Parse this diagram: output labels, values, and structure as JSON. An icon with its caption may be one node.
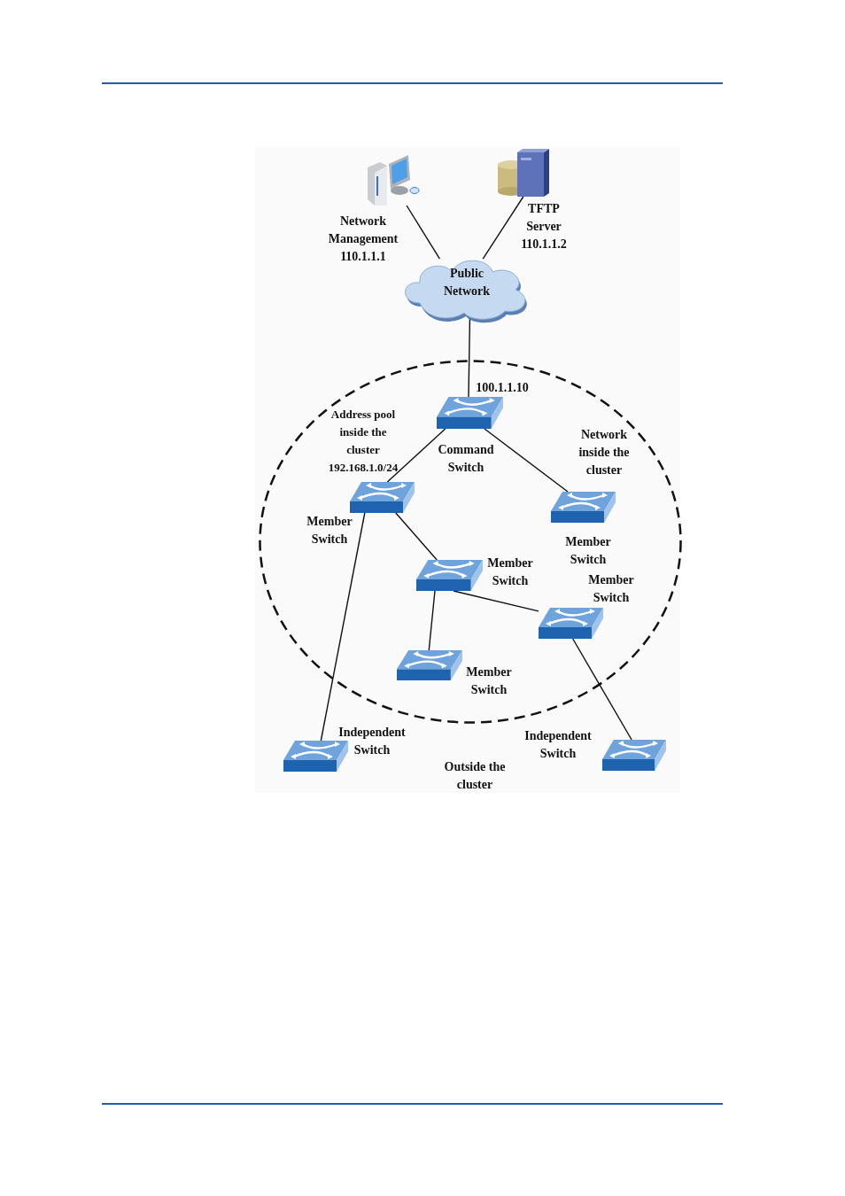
{
  "diagram": {
    "nodes": [
      {
        "text": [
          "Network Management",
          "110.1.1.1"
        ]
      },
      {
        "text": [
          "TFTP Server",
          "110.1.1.2"
        ]
      },
      {
        "text": [
          "Public Network"
        ]
      },
      {
        "text": [
          "Address pool inside the cluster 192.168.1.0/24",
          "Network inside the cluster"
        ]
      },
      {
        "text": [
          "Command Switch"
        ],
        "beside": [
          "100.1.1.10"
        ],
        "in": 3
      },
      {
        "text": [
          "Member Switch"
        ],
        "in": 3
      },
      {
        "text": [
          "Member Switch"
        ],
        "in": 3
      },
      {
        "text": [
          "Member Switch"
        ],
        "in": 3
      },
      {
        "text": [
          "Member Switch"
        ],
        "in": 3
      },
      {
        "text": [
          "Member Switch"
        ],
        "in": 3
      },
      {
        "text": [
          "Independent Switch"
        ]
      },
      {
        "text": [
          "Independent Switch"
        ]
      }
    ],
    "edges": [
      {
        "from": 0,
        "to": 2,
        "arrow": "none"
      },
      {
        "from": 1,
        "to": 2,
        "arrow": "none"
      },
      {
        "from": 2,
        "to": 4,
        "arrow": "none"
      },
      {
        "from": 4,
        "to": 5,
        "arrow": "none"
      },
      {
        "from": 4,
        "to": 6,
        "arrow": "none"
      },
      {
        "from": 5,
        "to": 7,
        "arrow": "none"
      },
      {
        "from": 7,
        "to": 9,
        "arrow": "none"
      },
      {
        "from": 7,
        "to": 8,
        "arrow": "none"
      },
      {
        "from": 5,
        "to": 10,
        "arrow": "none"
      },
      {
        "from": 8,
        "to": 11,
        "arrow": "none"
      }
    ],
    "labels": [
      "Outside the cluster"
    ]
  }
}
